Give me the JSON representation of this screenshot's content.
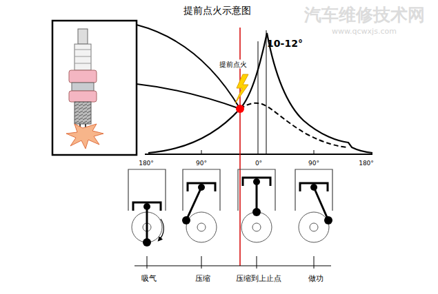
{
  "diagram": {
    "title": "提前点火示意图",
    "labels": [
      "汽车维修技术网",
      "www.qcwxjs.com",
      "提前点火",
      "10-12°",
      "180°",
      "90°",
      "0°",
      "90°",
      "180°",
      "吸气",
      "压缩",
      "压缩到上止点",
      "做功"
    ]
  }
}
